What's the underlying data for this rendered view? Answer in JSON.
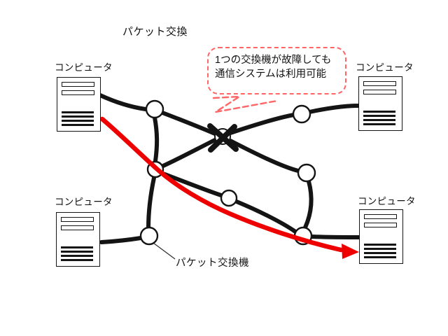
{
  "title": "パケット交換",
  "callout": {
    "line1": "1つの交換機が故障しても",
    "line2": "通信システムは利用可能"
  },
  "computers": [
    {
      "id": "top-left",
      "label": "コンピュータ"
    },
    {
      "id": "top-right",
      "label": "コンピュータ"
    },
    {
      "id": "bottom-left",
      "label": "コンピュータ"
    },
    {
      "id": "bottom-right",
      "label": "コンピュータ"
    }
  ],
  "switch_label": "パケット交換機",
  "icons": {
    "failed_switch": "x-mark",
    "route": "red-arrow"
  },
  "colors": {
    "line": "#141414",
    "route": "#ee0000",
    "callout_border": "#ff6666",
    "background": "#ffffff"
  }
}
